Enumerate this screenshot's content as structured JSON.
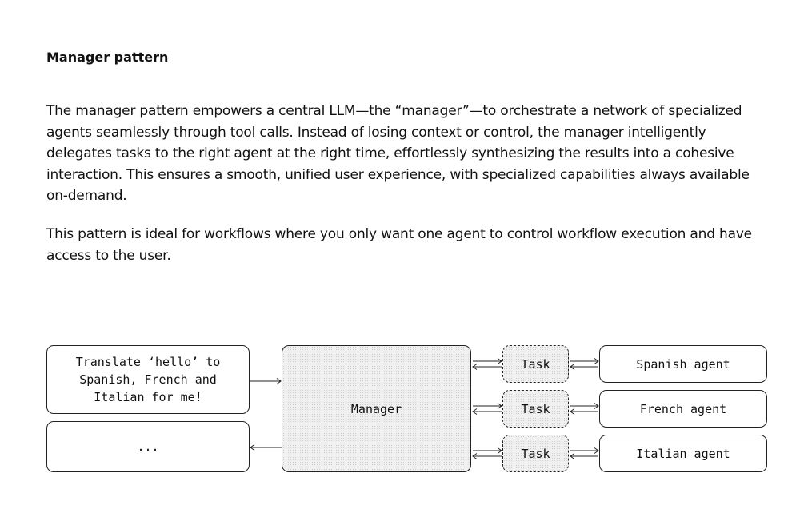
{
  "heading": "Manager pattern",
  "paragraphs": [
    "The manager pattern empowers a central LLM—the “manager”—to orchestrate a network of specialized agents seamlessly through tool calls. Instead of losing context or control, the manager intelligently delegates tasks to the right agent at the right time, effortlessly synthesizing the results into a cohesive interaction. This ensures a smooth, unified user experience, with specialized capabilities always available on-demand.",
    "This pattern is ideal for workflows where you only want one agent to control workflow execution and have access to the user."
  ],
  "diagram": {
    "user_message": "Translate ‘hello’ to\nSpanish, French and\nItalian for me!",
    "response_placeholder": "...",
    "manager": "Manager",
    "tasks": [
      "Task",
      "Task",
      "Task"
    ],
    "agents": [
      "Spanish agent",
      "French agent",
      "Italian agent"
    ]
  }
}
